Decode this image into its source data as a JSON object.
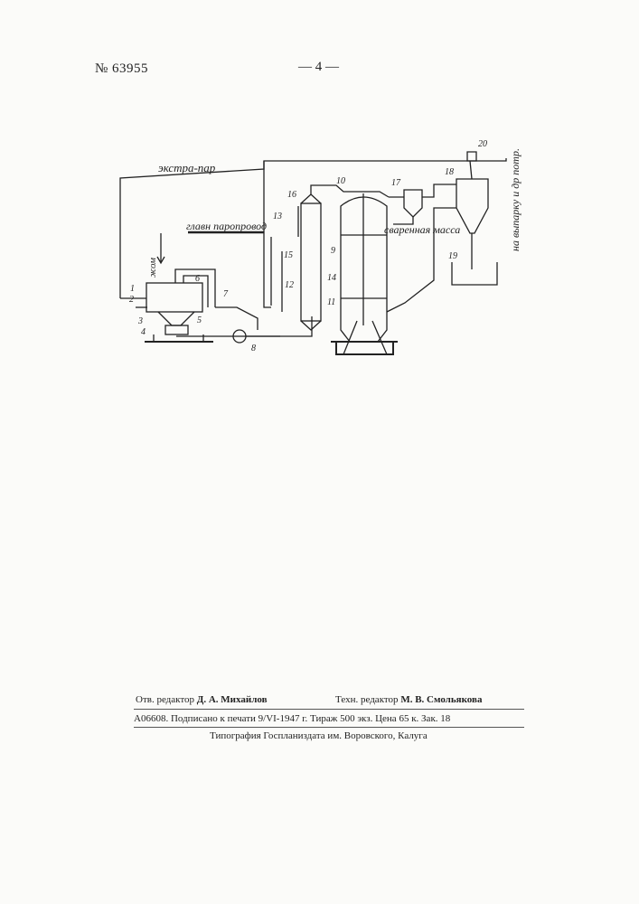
{
  "header": {
    "patent_number": "№ 63955",
    "page_number": "— 4 —"
  },
  "diagram": {
    "labels": {
      "extra_steam": "экстра-пар",
      "main_steam_line": "главн паропровод",
      "pulp": "жом",
      "cooked_mass": "сваренная масса",
      "to_evaporator": "на выпарку и др потр."
    },
    "part_numbers": [
      "1",
      "2",
      "3",
      "4",
      "5",
      "6",
      "7",
      "8",
      "9",
      "10",
      "11",
      "12",
      "13",
      "14",
      "15",
      "16",
      "17",
      "18",
      "19",
      "20"
    ]
  },
  "footer": {
    "resp_editor_label": "Отв. редактор",
    "resp_editor_name": "Д. А. Михайлов",
    "tech_editor_label": "Техн. редактор",
    "tech_editor_name": "М. В. Смольякова",
    "order_code": "А06608.",
    "signed_text": "Подписано к печати 9/VI-1947 г.",
    "print_run": "Тираж 500 экз.",
    "price": "Цена 65 к.",
    "order_no": "Зак. 18",
    "printing_house": "Типография Госпланиздата им. Воровского, Калуга"
  }
}
